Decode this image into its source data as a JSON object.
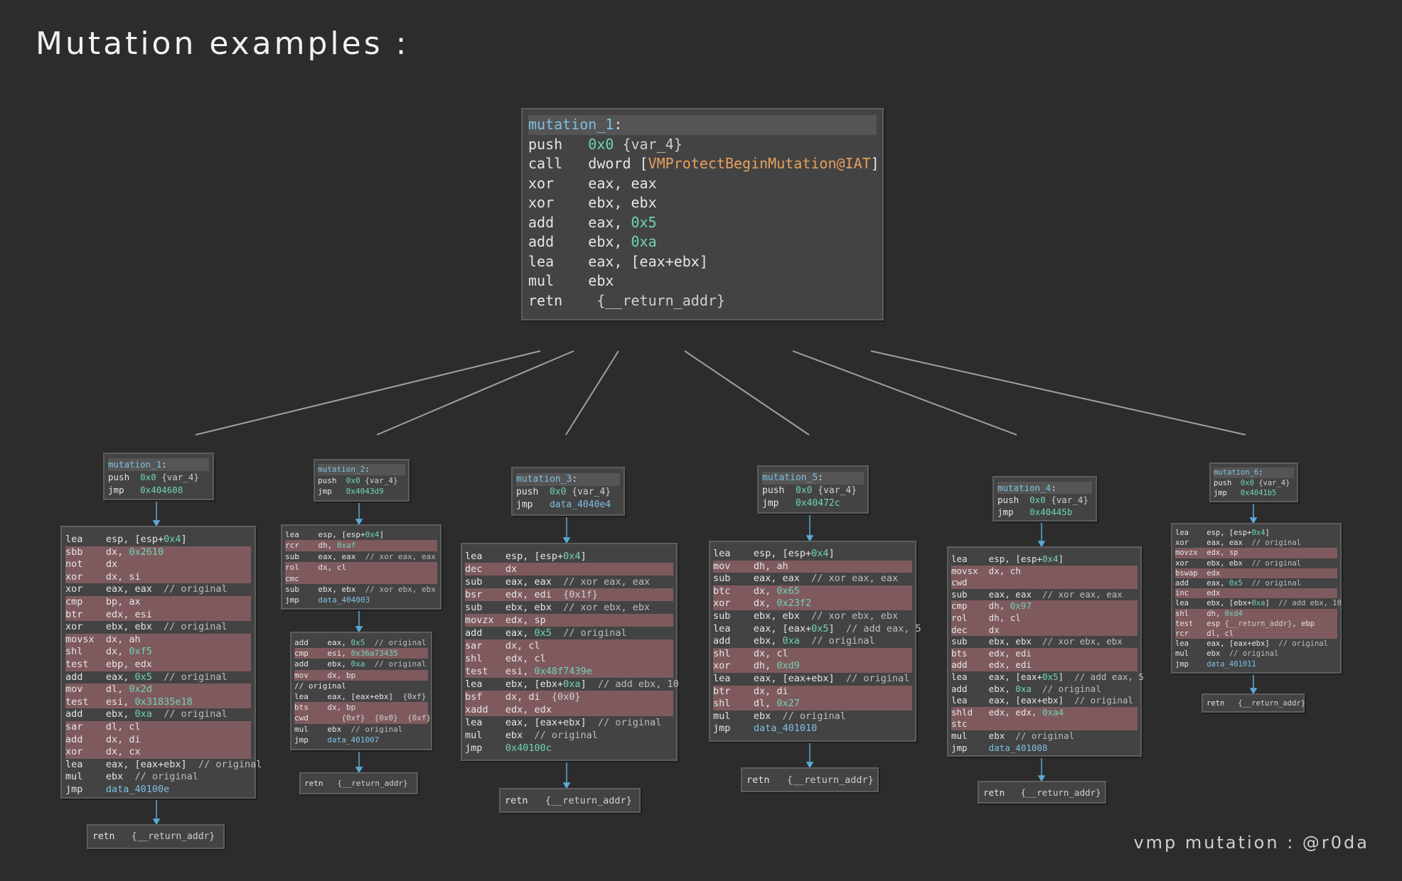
{
  "title": "Mutation examples :",
  "credit": "vmp mutation : @r0da",
  "main_block": {
    "header": "mutation_1",
    "lines": [
      [
        "push",
        "0x0 {var_4}"
      ],
      [
        "call",
        "dword [VMProtectBeginMutation@IAT]"
      ],
      [
        "xor",
        "eax, eax"
      ],
      [
        "xor",
        "ebx, ebx"
      ],
      [
        "add",
        "eax, 0x5"
      ],
      [
        "add",
        "ebx, 0xa"
      ],
      [
        "lea",
        "eax, [eax+ebx]"
      ],
      [
        "mul",
        "ebx"
      ],
      [
        "retn",
        " {__return_addr}"
      ]
    ]
  },
  "columns": [
    {
      "head": {
        "label": "mutation_1",
        "lines": [
          [
            "push",
            "0x0 {var_4}"
          ],
          [
            "jmp",
            "0x404608"
          ]
        ]
      },
      "body": {
        "lines": [
          [
            "lea",
            "esp, [esp+0x4]",
            false
          ],
          [
            "sbb",
            "dx, 0x2610",
            true
          ],
          [
            "not",
            "dx",
            true
          ],
          [
            "xor",
            "dx, si",
            true
          ],
          [
            "xor",
            "eax, eax  // original",
            false
          ],
          [
            "cmp",
            "bp, ax",
            true
          ],
          [
            "btr",
            "edx, esi",
            true
          ],
          [
            "xor",
            "ebx, ebx  // original",
            false
          ],
          [
            "movsx",
            "dx, ah",
            true
          ],
          [
            "shl",
            "dx, 0xf5",
            true
          ],
          [
            "test",
            "ebp, edx",
            true
          ],
          [
            "add",
            "eax, 0x5  // original",
            false
          ],
          [
            "mov",
            "dl, 0x2d",
            true
          ],
          [
            "test",
            "esi, 0x31835e18",
            true
          ],
          [
            "add",
            "ebx, 0xa  // original",
            false
          ],
          [
            "sar",
            "dl, cl",
            true
          ],
          [
            "add",
            "dx, di",
            true
          ],
          [
            "xor",
            "dx, cx",
            true
          ],
          [
            "lea",
            "eax, [eax+ebx]  // original",
            false
          ],
          [
            "mul",
            "ebx  // original",
            false
          ],
          [
            "jmp",
            "data_40100e",
            false
          ]
        ]
      },
      "tail": {
        "lines": [
          [
            "retn",
            "{__return_addr}"
          ]
        ]
      }
    },
    {
      "head": {
        "label": "mutation_2",
        "lines": [
          [
            "push",
            "0x0 {var_4}"
          ],
          [
            "jmp",
            "0x4043d9"
          ]
        ]
      },
      "body": {
        "lines": [
          [
            "lea",
            "esp, [esp+0x4]",
            false
          ],
          [
            "rcr",
            "dh, 0xaf",
            true
          ],
          [
            "sub",
            "eax, eax  // xor eax, eax",
            false
          ],
          [
            "rol",
            "dx, cl",
            true
          ],
          [
            "cmc",
            "",
            true
          ],
          [
            "sub",
            "ebx, ebx  // xor ebx, ebx",
            false
          ],
          [
            "jmp",
            "data_404003",
            false
          ]
        ]
      },
      "mid": {
        "lines": [
          [
            "add",
            "eax, 0x5  // original",
            false
          ],
          [
            "cmp",
            "esi, 0x36a73435",
            true
          ],
          [
            "add",
            "ebx, 0xa  // original",
            false
          ],
          [
            "mov",
            "dx, bp",
            true
          ],
          [
            "// original",
            "",
            false
          ],
          [
            "lea",
            "eax, [eax+ebx]  {0xf}",
            false
          ],
          [
            "bts",
            "dx, bp",
            true
          ],
          [
            "cwd",
            "   {0xf}  {0x0}  {0xf}",
            true
          ],
          [
            "mul",
            "ebx  // original",
            false
          ],
          [
            "jmp",
            "data_401007",
            false
          ]
        ]
      },
      "tail": {
        "lines": [
          [
            "retn",
            "{__return_addr}"
          ]
        ]
      }
    },
    {
      "head": {
        "label": "mutation_3",
        "lines": [
          [
            "push",
            "0x0 {var_4}"
          ],
          [
            "jmp",
            "data_4040e4"
          ]
        ]
      },
      "body": {
        "lines": [
          [
            "lea",
            "esp, [esp+0x4]",
            false
          ],
          [
            "dec",
            "dx",
            true
          ],
          [
            "sub",
            "eax, eax  // xor eax, eax",
            false
          ],
          [
            "bsr",
            "edx, edi  {0x1f}",
            true
          ],
          [
            "sub",
            "ebx, ebx  // xor ebx, ebx",
            false
          ],
          [
            "movzx",
            "edx, sp",
            true
          ],
          [
            "add",
            "eax, 0x5  // original",
            false
          ],
          [
            "sar",
            "dx, cl",
            true
          ],
          [
            "shl",
            "edx, cl",
            true
          ],
          [
            "test",
            "esi, 0x48f7439e",
            true
          ],
          [
            "lea",
            "ebx, [ebx+0xa]  // add ebx, 10",
            false
          ],
          [
            "bsf",
            "dx, di  {0x0}",
            true
          ],
          [
            "xadd",
            "edx, edx",
            true
          ],
          [
            "lea",
            "eax, [eax+ebx]  // original",
            false
          ],
          [
            "mul",
            "ebx  // original",
            false
          ],
          [
            "jmp",
            "0x40100c",
            false
          ]
        ]
      },
      "tail": {
        "lines": [
          [
            "retn",
            "{__return_addr}"
          ]
        ]
      }
    },
    {
      "head": {
        "label": "mutation_5",
        "lines": [
          [
            "push",
            "0x0 {var_4}"
          ],
          [
            "jmp",
            "0x40472c"
          ]
        ]
      },
      "body": {
        "lines": [
          [
            "lea",
            "esp, [esp+0x4]",
            false
          ],
          [
            "mov",
            "dh, ah",
            true
          ],
          [
            "sub",
            "eax, eax  // xor eax, eax",
            false
          ],
          [
            "btc",
            "dx, 0x65",
            true
          ],
          [
            "xor",
            "dx, 0x23f2",
            true
          ],
          [
            "sub",
            "ebx, ebx  // xor ebx, ebx",
            false
          ],
          [
            "lea",
            "eax, [eax+0x5]  // add eax, 5",
            false
          ],
          [
            "add",
            "ebx, 0xa  // original",
            false
          ],
          [
            "shl",
            "dx, cl",
            true
          ],
          [
            "xor",
            "dh, 0xd9",
            true
          ],
          [
            "lea",
            "eax, [eax+ebx]  // original",
            false
          ],
          [
            "btr",
            "dx, di",
            true
          ],
          [
            "shl",
            "dl, 0x27",
            true
          ],
          [
            "mul",
            "ebx  // original",
            false
          ],
          [
            "jmp",
            "data_401010",
            false
          ]
        ]
      },
      "tail": {
        "lines": [
          [
            "retn",
            "{__return_addr}"
          ]
        ]
      }
    },
    {
      "head": {
        "label": "mutation_4",
        "lines": [
          [
            "push",
            "0x0 {var_4}"
          ],
          [
            "jmp",
            "0x40445b"
          ]
        ]
      },
      "body": {
        "lines": [
          [
            "lea",
            "esp, [esp+0x4]",
            false
          ],
          [
            "movsx",
            "dx, ch",
            true
          ],
          [
            "cwd",
            "",
            true
          ],
          [
            "sub",
            "eax, eax  // xor eax, eax",
            false
          ],
          [
            "cmp",
            "dh, 0x97",
            true
          ],
          [
            "rol",
            "dh, cl",
            true
          ],
          [
            "dec",
            "dx",
            true
          ],
          [
            "sub",
            "ebx, ebx  // xor ebx, ebx",
            false
          ],
          [
            "bts",
            "edx, edi",
            true
          ],
          [
            "add",
            "edx, edi",
            true
          ],
          [
            "lea",
            "eax, [eax+0x5]  // add eax, 5",
            false
          ],
          [
            "add",
            "ebx, 0xa  // original",
            false
          ],
          [
            "lea",
            "eax, [eax+ebx]  // original",
            false
          ],
          [
            "shld",
            "edx, edx, 0xa4",
            true
          ],
          [
            "stc",
            "",
            true
          ],
          [
            "mul",
            "ebx  // original",
            false
          ],
          [
            "jmp",
            "data_401008",
            false
          ]
        ]
      },
      "tail": {
        "lines": [
          [
            "retn",
            "{__return_addr}"
          ]
        ]
      }
    },
    {
      "head": {
        "label": "mutation_6",
        "lines": [
          [
            "push",
            "0x0 {var_4}"
          ],
          [
            "jmp",
            "0x4041b5"
          ]
        ]
      },
      "body": {
        "lines": [
          [
            "lea",
            "esp, [esp+0x4]",
            false
          ],
          [
            "xor",
            "eax, eax  // original",
            false
          ],
          [
            "movzx",
            "edx, sp",
            true
          ],
          [
            "xor",
            "ebx, ebx  // original",
            false
          ],
          [
            "bswap",
            "edx",
            true
          ],
          [
            "add",
            "eax, 0x5  // original",
            false
          ],
          [
            "inc",
            "edx",
            true
          ],
          [
            "lea",
            "ebx, [ebx+0xa]  // add ebx, 10",
            false
          ],
          [
            "shl",
            "dh, 0xd4",
            true
          ],
          [
            "test",
            "esp {__return_addr}, ebp",
            true
          ],
          [
            "rcr",
            "dl, cl",
            true
          ],
          [
            "lea",
            "eax, [eax+ebx]  // original",
            false
          ],
          [
            "mul",
            "ebx  // original",
            false
          ],
          [
            "jmp",
            "data_401011",
            false
          ]
        ]
      },
      "tail": {
        "lines": [
          [
            "retn",
            "{__return_addr}"
          ]
        ]
      }
    }
  ]
}
